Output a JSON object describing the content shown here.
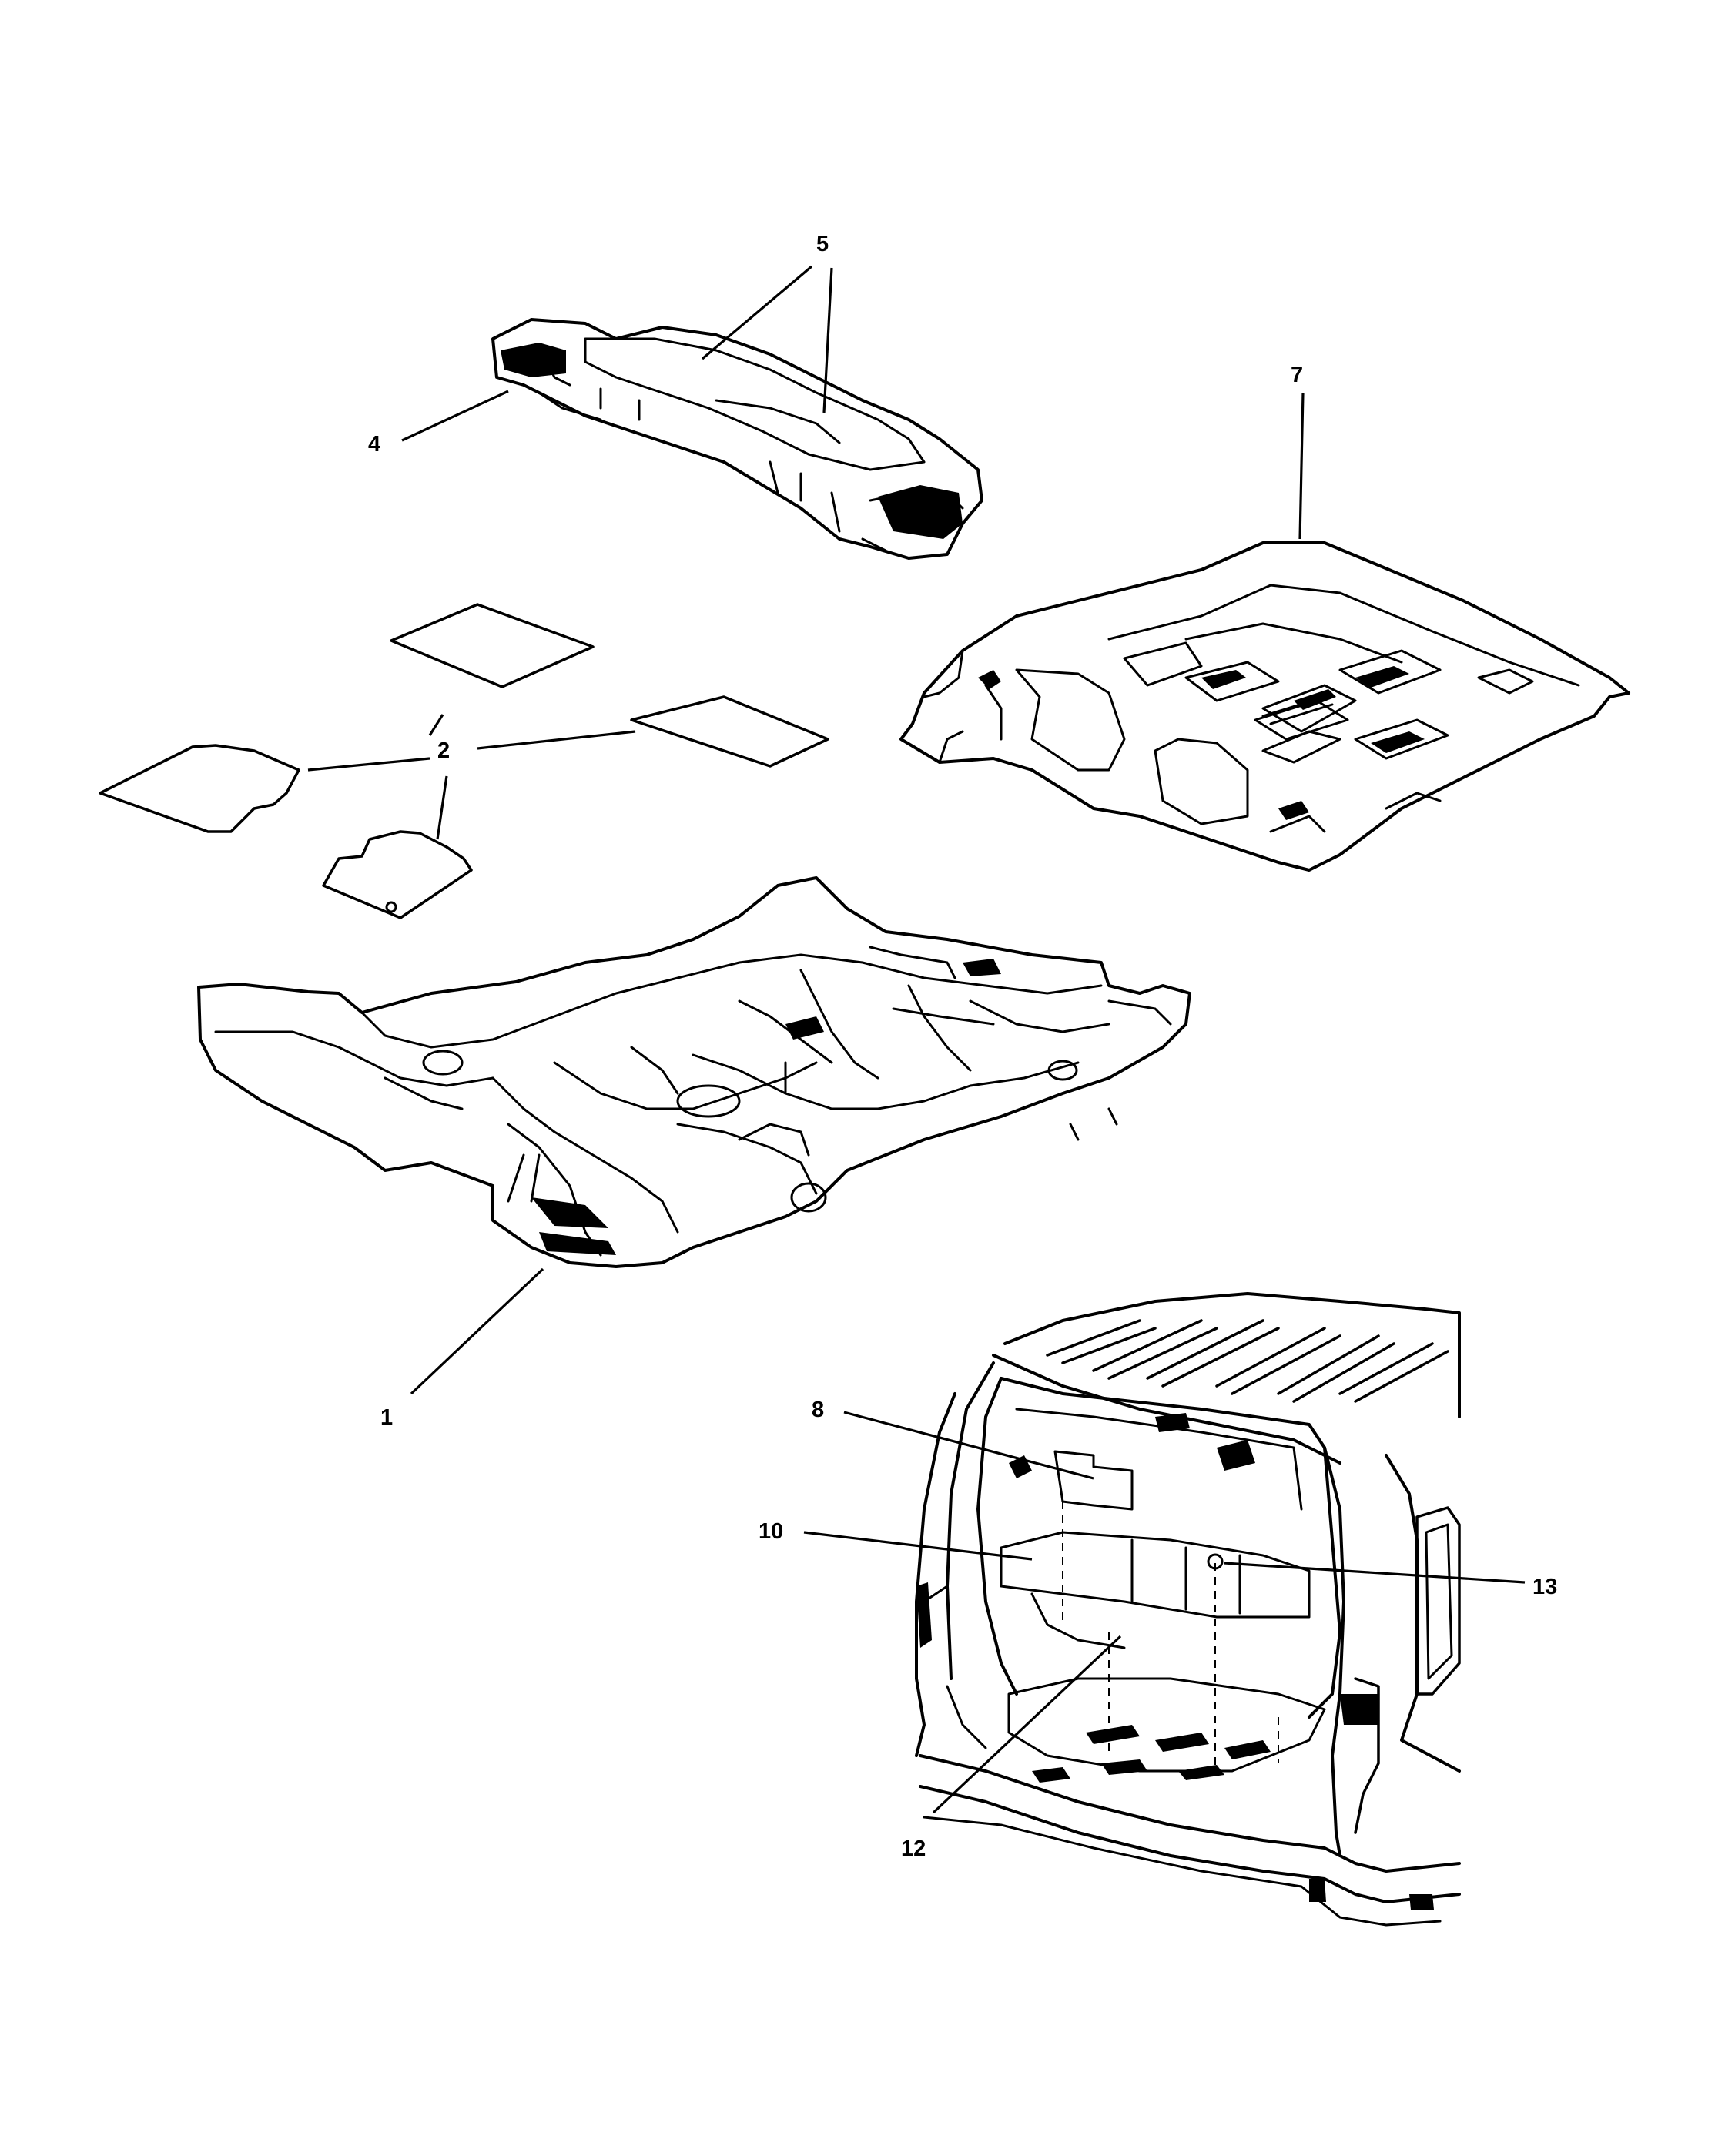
{
  "diagram": {
    "callouts": [
      {
        "id": "1",
        "text": "1"
      },
      {
        "id": "2",
        "text": "2"
      },
      {
        "id": "4",
        "text": "4"
      },
      {
        "id": "5",
        "text": "5"
      },
      {
        "id": "7",
        "text": "7"
      },
      {
        "id": "8",
        "text": "8"
      },
      {
        "id": "10",
        "text": "10"
      },
      {
        "id": "12",
        "text": "12"
      },
      {
        "id": "13",
        "text": "13"
      }
    ],
    "colors": {
      "ink": "#000000",
      "paper": "#ffffff"
    }
  }
}
